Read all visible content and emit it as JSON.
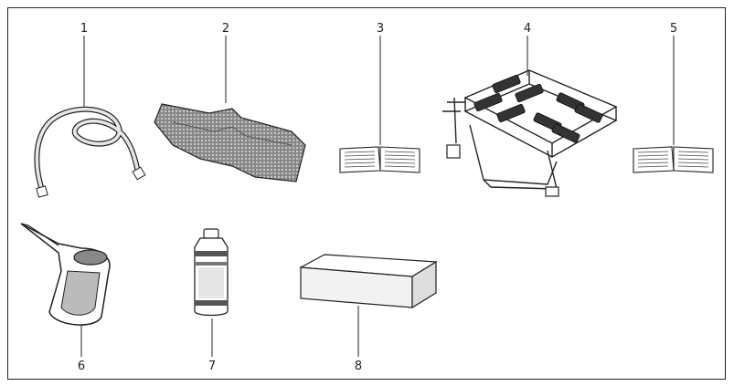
{
  "items": [
    {
      "number": "1",
      "icon": "drain-hose-icon"
    },
    {
      "number": "2",
      "icon": "filter-mat-icon"
    },
    {
      "number": "3",
      "icon": "manual-book-icon"
    },
    {
      "number": "4",
      "icon": "wire-rack-insert-icon"
    },
    {
      "number": "5",
      "icon": "manual-book-icon"
    },
    {
      "number": "6",
      "icon": "salt-funnel-jug-icon"
    },
    {
      "number": "7",
      "icon": "detergent-bottle-icon"
    },
    {
      "number": "8",
      "icon": "sponge-block-icon"
    }
  ],
  "colors": {
    "line": "#222222",
    "fill_light": "#f2f2f2",
    "fill_dark": "#9a9a9a"
  }
}
